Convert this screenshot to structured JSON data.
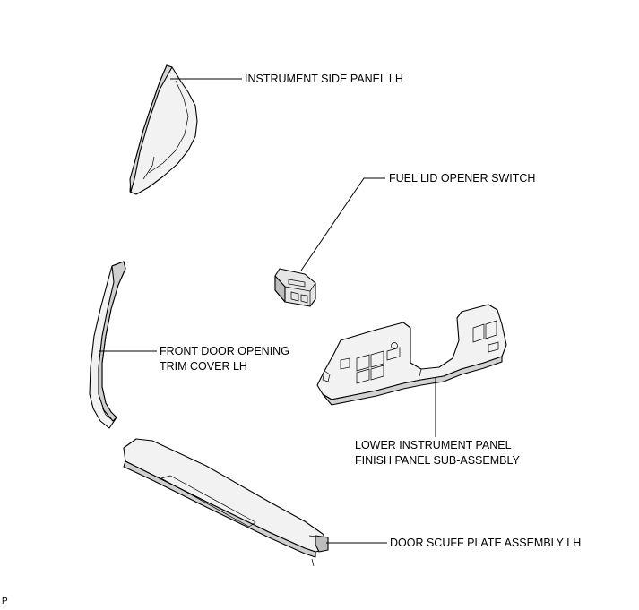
{
  "labels": {
    "instrument_side_panel": "INSTRUMENT SIDE PANEL LH",
    "fuel_lid_switch": "FUEL LID OPENER SWITCH",
    "front_door_trim_line1": "FRONT DOOR OPENING",
    "front_door_trim_line2": "TRIM COVER LH",
    "lower_panel_line1": "LOWER INSTRUMENT PANEL",
    "lower_panel_line2": "FINISH PANEL SUB-ASSEMBLY",
    "scuff_plate": "DOOR SCUFF PLATE ASSEMBLY LH"
  },
  "reference_code": "P",
  "colors": {
    "line": "#000000",
    "part_fill": "#f2f2f2",
    "part_shade": "#cfcfcf",
    "background": "#ffffff"
  }
}
